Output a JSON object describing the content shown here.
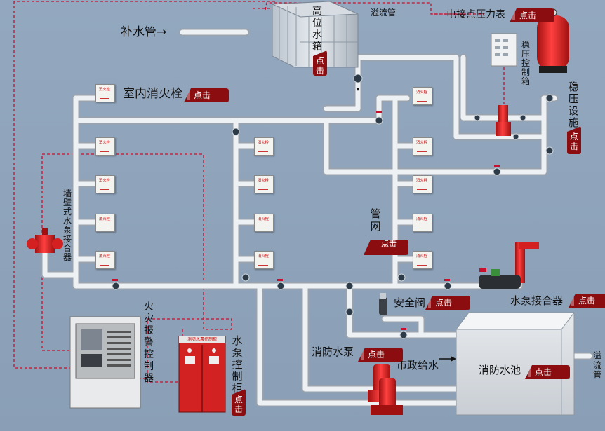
{
  "labels": {
    "makeup_pipe": "补水管→",
    "high_tank": "高位水箱",
    "overflow_top": "溢流管",
    "pressure_gauge": "电接点压力表",
    "stab_cabinet": "稳压控制箱",
    "stab_device": "稳压设施",
    "indoor_hydrant": "室内消火栓",
    "wall_connector": "墙壁式水泵接合器",
    "pipe_network": "管网",
    "safety_valve": "安全阀",
    "pump_connector": "水泵接合器",
    "fire_alarm": "火灾报警控制器",
    "pump_cabinet": "水泵控制柜",
    "fire_pump": "消防水泵",
    "city_water": "市政给水",
    "fire_pool": "消防水池",
    "overflow_right": "溢流管"
  },
  "click_label": "点击",
  "hydrant_text": "消火栓",
  "cabinet_text": "消防水泵控制柜",
  "colors": {
    "pipe": "#e9ecef",
    "pipe_edge": "#9aa3ad",
    "signal": "#c8102e",
    "button": "#8b0d10",
    "pump": "#d42020",
    "background": "#8ea3ba"
  }
}
